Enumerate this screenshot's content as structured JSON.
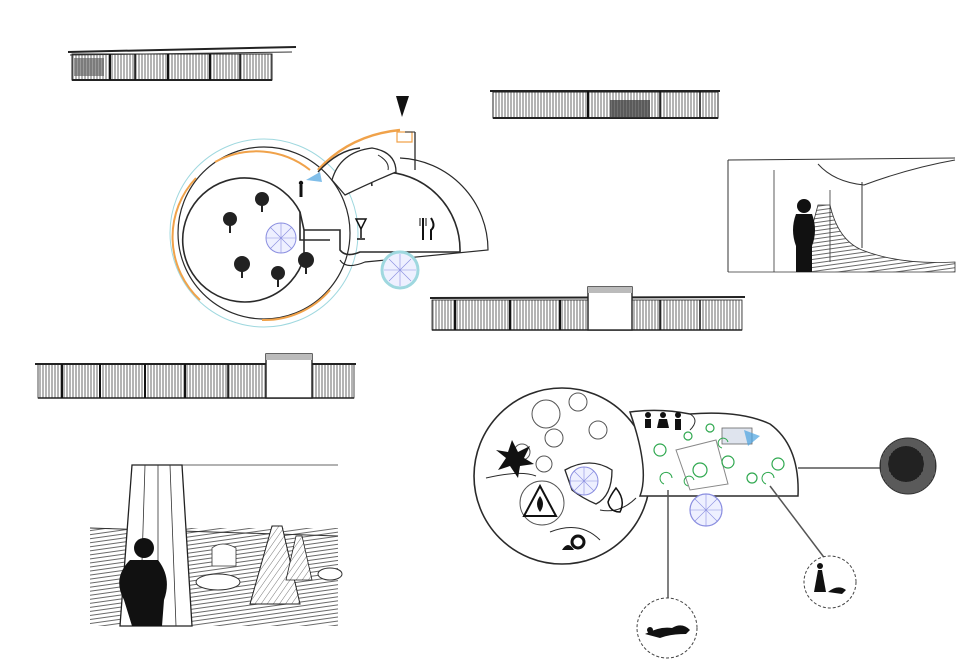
{
  "sheet": {
    "background": "#ffffff",
    "ink": "#1e1e1e",
    "accent_orange": "#f0a24a",
    "accent_blue": "#4aa3e0",
    "accent_cyan": "#9fd8df",
    "accent_green": "#2fa84f"
  },
  "views": {
    "elevation_top_left": "elevation",
    "elevation_top_right": "elevation",
    "elevation_mid_right": "elevation",
    "elevation_mid_left": "elevation",
    "plan_upper": "floor-plan",
    "plan_lower": "floor-plan",
    "perspective_corridor": "perspective",
    "perspective_interior": "perspective"
  },
  "plan_upper": {
    "entrance_marker": "arrow-down",
    "icons": [
      "tree-icon",
      "tree-icon",
      "tree-icon",
      "tree-icon",
      "tree-icon",
      "person-icon",
      "wineglass-icon",
      "cutlery-icon"
    ]
  },
  "plan_lower": {
    "icons": [
      "baby-change-icon",
      "female-toilet-icon",
      "male-toilet-icon",
      "explosion-icon",
      "fire-hazard-icon",
      "flame-icon",
      "settings-gear-icon"
    ],
    "callouts": [
      "callout-reclining-figure",
      "callout-sitting-figures",
      "callout-sketch-cluster"
    ]
  }
}
